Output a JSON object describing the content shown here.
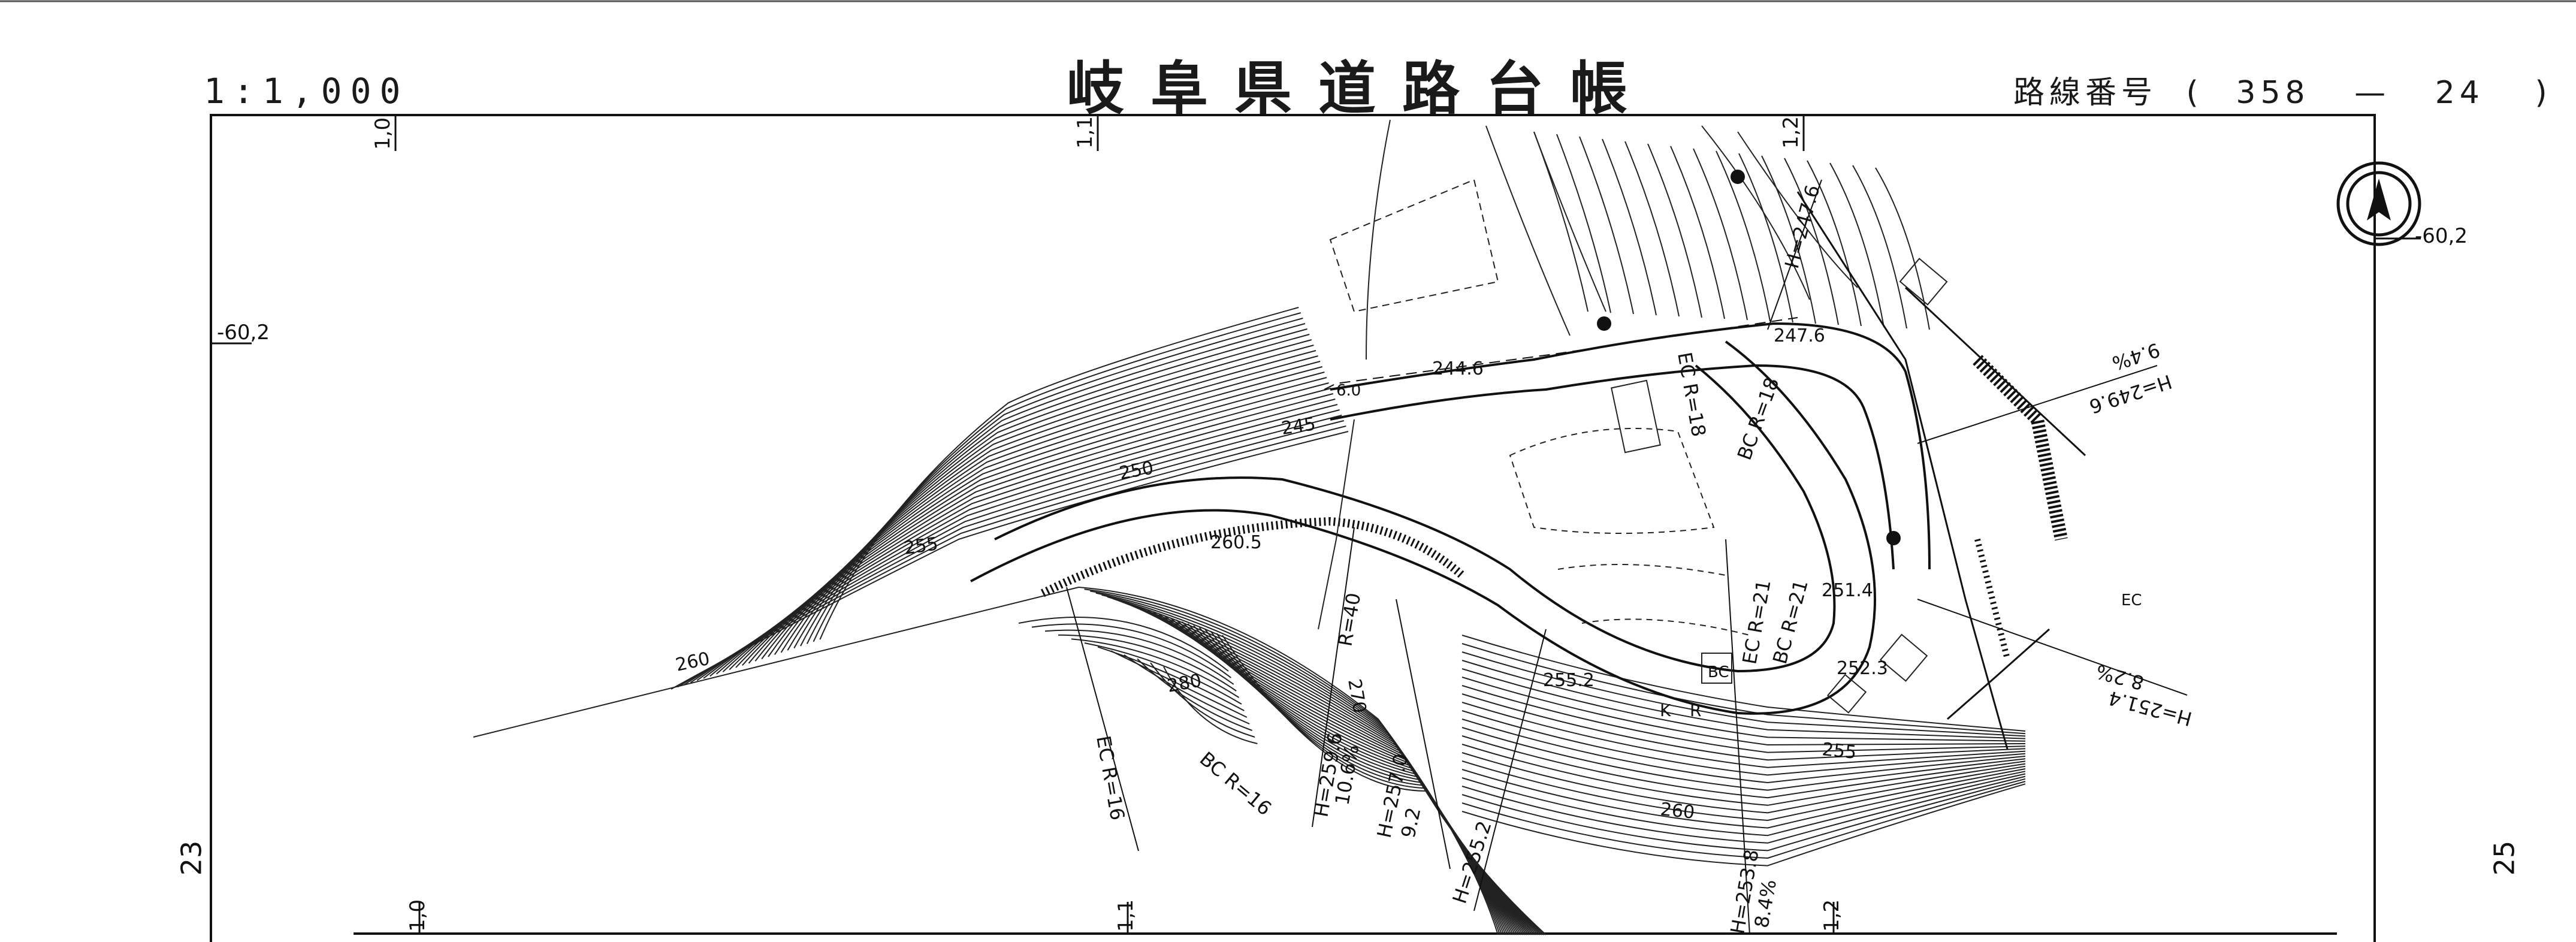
{
  "header": {
    "title": "岐阜県道路台帳",
    "scale": "1:1,000",
    "route_label": "路線番号",
    "route_open": "(",
    "route_number": "358",
    "route_dash": "—",
    "route_section": "24",
    "route_close": ")"
  },
  "sheet_numbers": {
    "left": "23",
    "right": "25"
  },
  "grid_labels": {
    "top_x": [
      "1,0",
      "1,1",
      "1,2"
    ],
    "bottom_x": [
      "1,0",
      "1,1",
      "1,2"
    ],
    "left_y": "-60,2",
    "right_y": "-60,2"
  },
  "contour_labels": [
    "245",
    "250",
    "255",
    "260",
    "270",
    "280",
    "255",
    "260",
    "244.6",
    "247.6",
    "260.5",
    "255.2",
    "251.4",
    "252.3"
  ],
  "road_annotations": [
    "H=247.6",
    "H=249.6",
    "9.4%",
    "H=251.4",
    "8.2%",
    "H=259.6",
    "10.6%",
    "H=257.0",
    "9.2",
    "H=255.2",
    "H=253.8",
    "8.4%",
    "EC R=16",
    "BC R=16",
    "EC R=18",
    "BC R=18",
    "EC R=21",
    "BC R=21",
    "R=40",
    "6.0",
    "K",
    "R",
    "BC",
    "EC"
  ],
  "colors": {
    "ink": "#111111",
    "paper": "#ffffff"
  },
  "icons": [
    "north-arrow-icon"
  ]
}
